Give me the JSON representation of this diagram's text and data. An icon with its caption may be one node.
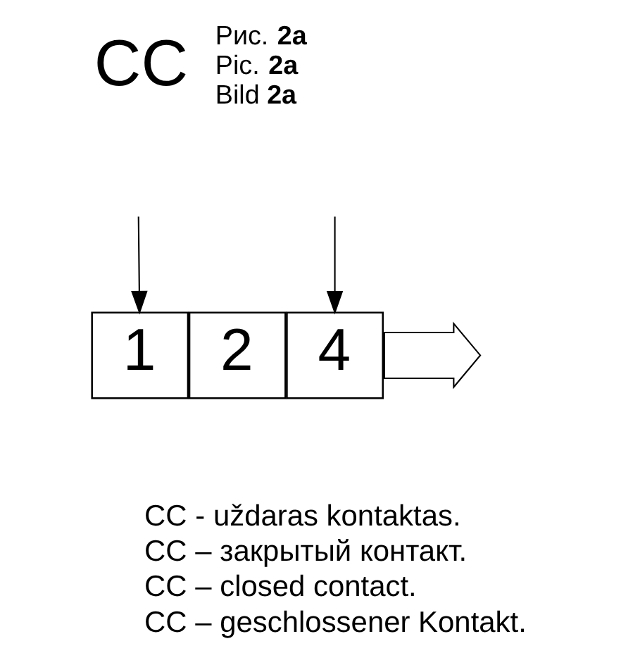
{
  "diagram": {
    "nodes": [
      {
        "text": [
          "1"
        ]
      },
      {
        "text": [
          "2"
        ]
      },
      {
        "text": [
          "4"
        ]
      },
      {
        "text": [],
        "shape": "arrow"
      }
    ],
    "edges": [
      {
        "from": null,
        "to": 0,
        "arrow": "to"
      },
      {
        "from": null,
        "to": 2,
        "arrow": "to"
      }
    ],
    "labels": [
      "CC",
      "Рис. **2a**",
      "Pic. **2a**",
      "Bild **2a**",
      "CC - uždaras kontaktas.",
      "CC – закрытый контакт.",
      "CC – closed contact.",
      "CC – geschlossener Kontakt."
    ]
  }
}
